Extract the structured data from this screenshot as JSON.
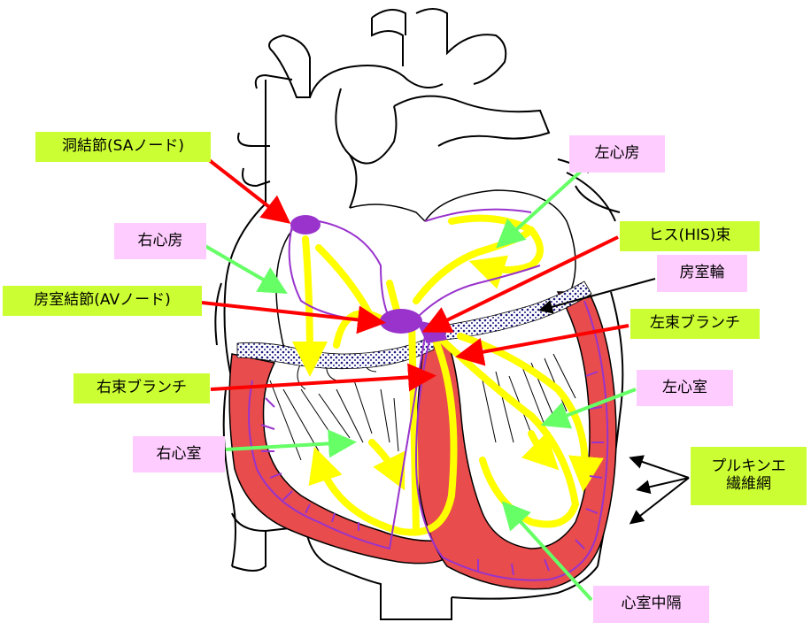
{
  "colors": {
    "tissue": "#e84c4c",
    "conduction": "#9933cc",
    "flow": "#ffff00",
    "structure_label_bg": "#ccff33",
    "chamber_label_bg": "#ffccff",
    "pointer_red": "#ff0000",
    "pointer_green": "#66ff66",
    "ring": "#1a1a80"
  },
  "labels": {
    "sa_node": "洞結節(SAノード)",
    "left_atrium": "左心房",
    "right_atrium": "右心房",
    "his_bundle": "ヒス(HIS)束",
    "av_ring": "房室輪",
    "av_node": "房室結節(AVノード)",
    "left_bundle_branch": "左束ブランチ",
    "right_bundle_branch": "右束ブランチ",
    "left_ventricle": "左心室",
    "right_ventricle": "右心室",
    "purkinje_line1": "プルキンエ",
    "purkinje_line2": "繊維網",
    "septum": "心室中隔"
  }
}
